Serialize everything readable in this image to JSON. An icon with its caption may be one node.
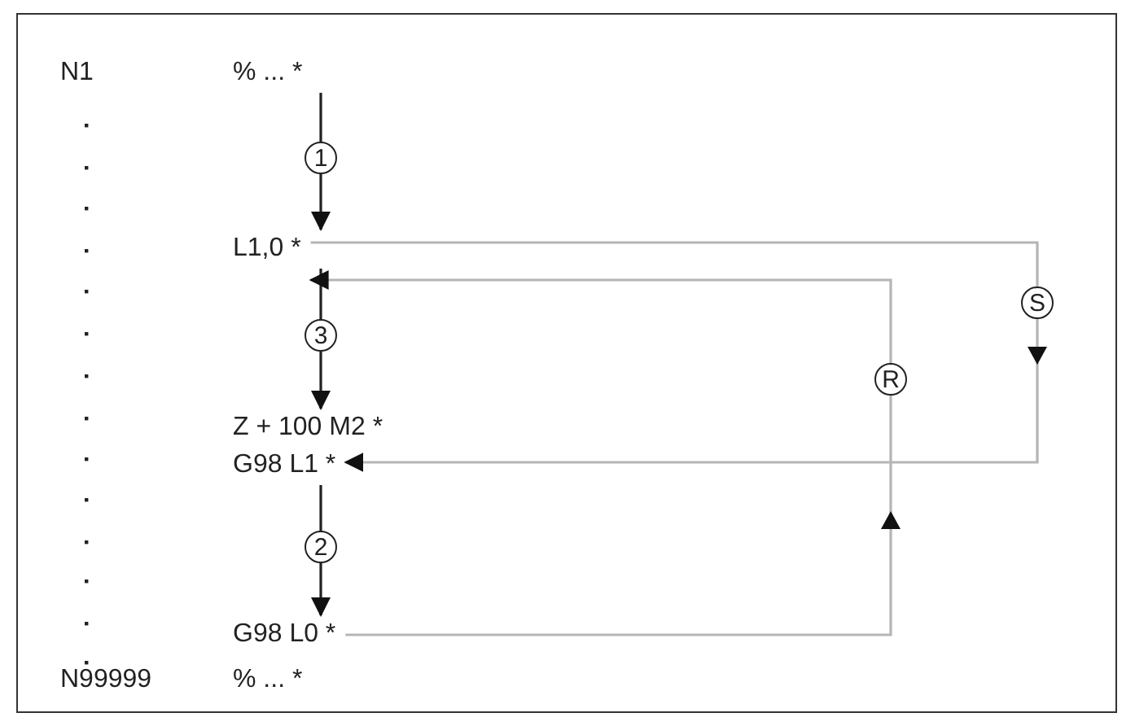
{
  "diagram": {
    "nodes": [
      {
        "text": [
          "% ... *"
        ]
      },
      {
        "text": [
          "L1,0 *"
        ]
      },
      {
        "text": [
          "Z + 100 M2 *"
        ]
      },
      {
        "text": [
          "G98 L1 *"
        ]
      },
      {
        "text": [
          "G98 L0 *"
        ]
      },
      {
        "text": [
          "% ... *"
        ]
      }
    ],
    "edges": [
      {
        "from": 0,
        "to": 1,
        "arrow": "to",
        "label": "1"
      },
      {
        "from": 1,
        "to": 2,
        "arrow": "to",
        "label": "3"
      },
      {
        "from": 3,
        "to": 4,
        "arrow": "to",
        "label": "2"
      },
      {
        "from": 1,
        "to": 3,
        "arrow": "to",
        "label": "S",
        "color": "#b5b5b5"
      },
      {
        "from": 4,
        "to": 1,
        "arrow": "to",
        "label": "R",
        "color": "#b5b5b5"
      }
    ],
    "labels": [
      "N1",
      "N99999"
    ]
  }
}
